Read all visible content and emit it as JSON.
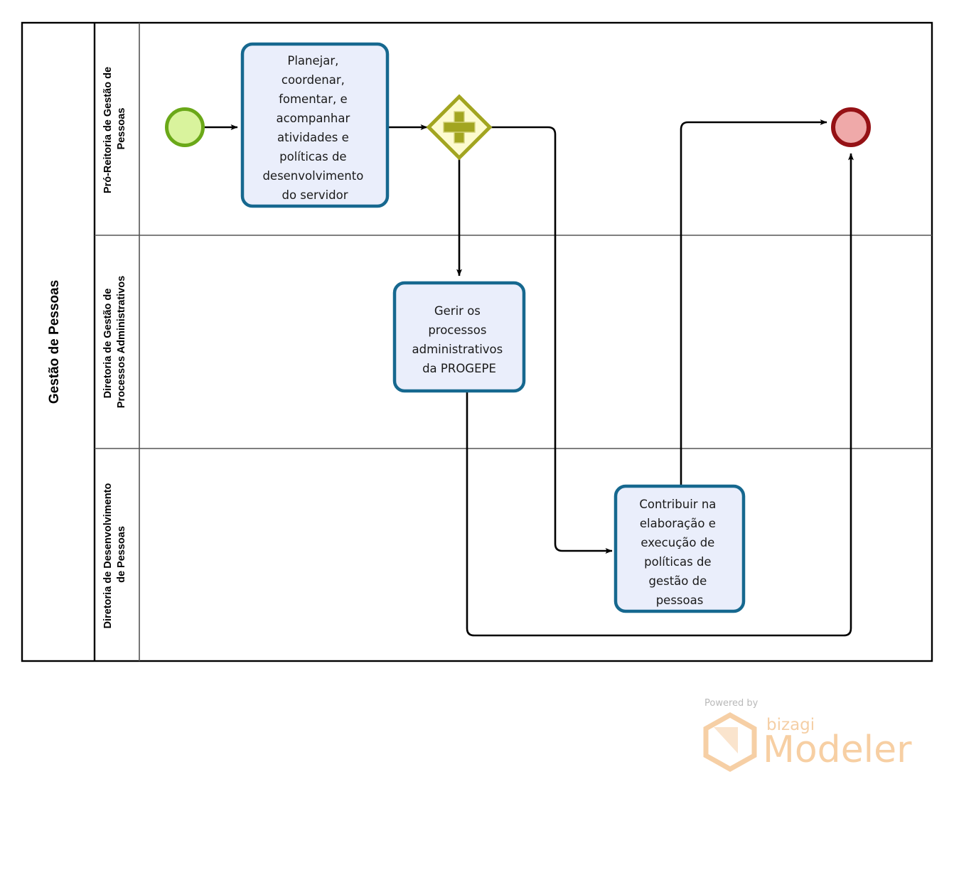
{
  "diagram": {
    "type": "bpmn-process",
    "pool": {
      "name": "Gestão de Pessoas"
    },
    "lanes": [
      {
        "id": "lane1",
        "name": "Pró-Reitoria de Gestão de Pessoas"
      },
      {
        "id": "lane2",
        "name": "Diretoria de Gestão de Processos Administrativos"
      },
      {
        "id": "lane3",
        "name": "Diretoria de Desenvolvimento de Pessoas"
      }
    ],
    "events": [
      {
        "id": "start",
        "kind": "start-event",
        "lane": "lane1",
        "label": "",
        "fill": "#d9f39d",
        "stroke": "#6aa818"
      },
      {
        "id": "end",
        "kind": "end-event",
        "lane": "lane1",
        "label": "",
        "fill": "#efa9a9",
        "stroke": "#951115"
      }
    ],
    "gateways": [
      {
        "id": "gw1",
        "kind": "parallel-gateway",
        "lane": "lane1",
        "symbol": "+",
        "fill": "#fdfbd0",
        "stroke": "#a2a520"
      }
    ],
    "tasks": [
      {
        "id": "task1",
        "lane": "lane1",
        "label": "Planejar, coordenar, fomentar, e acompanhar atividades e políticas de desenvolvimento do servidor",
        "lines": [
          "Planejar,",
          "coordenar,",
          "fomentar, e",
          "acompanhar",
          "atividades e",
          "políticas de",
          "desenvolvimento",
          "do servidor"
        ],
        "fill": "#eaeefb",
        "stroke": "#16688f"
      },
      {
        "id": "task2",
        "lane": "lane2",
        "label": "Gerir os processos administrativos da PROGEPE",
        "lines": [
          "Gerir os",
          "processos",
          "administrativos",
          "da PROGEPE"
        ],
        "fill": "#eaeefb",
        "stroke": "#16688f"
      },
      {
        "id": "task3",
        "lane": "lane3",
        "label": "Contribuir na elaboração e execução de políticas de gestão de pessoas",
        "lines": [
          "Contribuir na",
          "elaboração e",
          "execução de",
          "políticas de",
          "gestão de",
          "pessoas"
        ],
        "fill": "#eaeefb",
        "stroke": "#16688f"
      }
    ],
    "flows": [
      {
        "id": "f1",
        "from": "start",
        "to": "task1",
        "label": ""
      },
      {
        "id": "f2",
        "from": "task1",
        "to": "gw1",
        "label": ""
      },
      {
        "id": "f3",
        "from": "gw1",
        "to": "task2",
        "label": ""
      },
      {
        "id": "f4",
        "from": "gw1",
        "to": "task3",
        "label": ""
      },
      {
        "id": "f5",
        "from": "task3",
        "to": "end",
        "label": ""
      },
      {
        "id": "f6",
        "from": "task2",
        "to": "end",
        "label": ""
      }
    ],
    "colors": {
      "pool_border": "#000000",
      "lane_border": "#555555",
      "flow_line": "#000000",
      "task_fill": "#eaeefb",
      "task_stroke": "#16688f",
      "start_fill": "#d9f39d",
      "start_stroke": "#6aa818",
      "end_fill": "#efa9a9",
      "end_stroke": "#951115",
      "gateway_fill": "#fdfbd0",
      "gateway_stroke": "#a2a520"
    }
  },
  "branding": {
    "powered_by": "Powered by",
    "product_small": "bizagi",
    "product_big": "Modeler"
  }
}
